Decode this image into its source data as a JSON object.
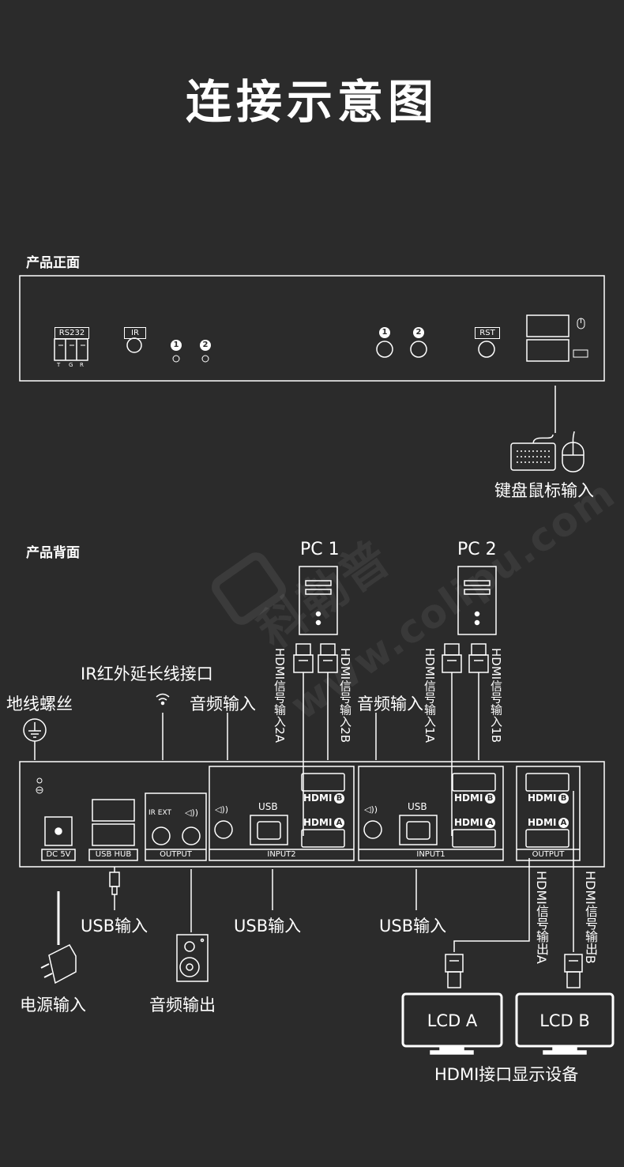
{
  "title": "连接示意图",
  "front": {
    "section_label": "产品正面",
    "rs232_label": "RS232",
    "rs232_pins": [
      "T",
      "G",
      "R"
    ],
    "ir_label": "IR",
    "led_labels": [
      "1",
      "2"
    ],
    "button_labels": [
      "1",
      "2"
    ],
    "rst_label": "RST",
    "kbm_label": "键盘鼠标输入"
  },
  "back": {
    "section_label": "产品背面",
    "pc1_label": "PC 1",
    "pc2_label": "PC 2",
    "ir_ext_callout": "IR红外延长线接口",
    "ground_callout": "地线螺丝",
    "audio_in_label_1": "音频输入",
    "audio_in_label_2": "音频输入",
    "hdmi_2a": "HDMI信号输入2A",
    "hdmi_2b": "HDMI信号输入2B",
    "hdmi_1a": "HDMI信号输入1A",
    "hdmi_1b": "HDMI信号输入1B",
    "dc_label": "DC 5V",
    "usb_hub_label": "USB HUB",
    "ir_ext_label": "IR EXT",
    "output_label": "OUTPUT",
    "usb_label": "USB",
    "input2_label": "INPUT2",
    "input1_label": "INPUT1",
    "hdmi_b": "HDMI",
    "hdmi_a": "HDMI",
    "badge_b": "B",
    "badge_a": "A",
    "usb_in_1": "USB输入",
    "usb_in_2": "USB输入",
    "usb_in_3": "USB输入",
    "power_in": "电源输入",
    "audio_out": "音频输出",
    "hdmi_out_a": "HDMI信号输出A",
    "hdmi_out_b": "HDMI信号输出B",
    "lcd_a": "LCD A",
    "lcd_b": "LCD B",
    "display_label": "HDMI接口显示设备"
  },
  "watermark": {
    "line1": "科勒普",
    "line2": "www.colipu.com"
  }
}
